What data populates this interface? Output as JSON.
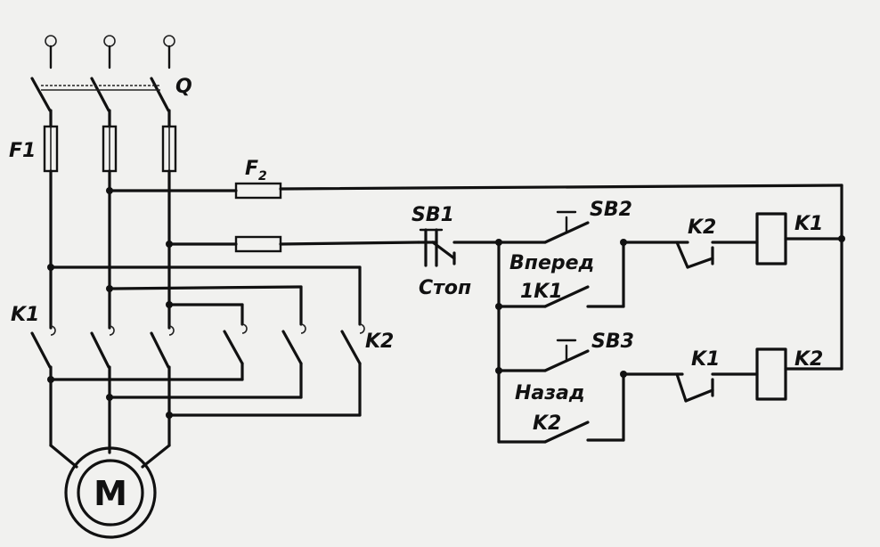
{
  "diagram": {
    "labels": {
      "q": "Q",
      "f1": "F1",
      "f2": "F",
      "f2_sub": "2",
      "k1_power": "K1",
      "k2_power": "K2",
      "sb1": "SB1",
      "stop": "Стоп",
      "sb2": "SB2",
      "forward": "Вперед",
      "k1_hold": "1K1",
      "k2_interlock_top": "K2",
      "k1_coil": "K1",
      "sb3": "SB3",
      "back": "Назад",
      "k2_hold": "K2",
      "k1_interlock_bottom": "K1",
      "k2_coil": "K2",
      "motor": "M"
    }
  }
}
